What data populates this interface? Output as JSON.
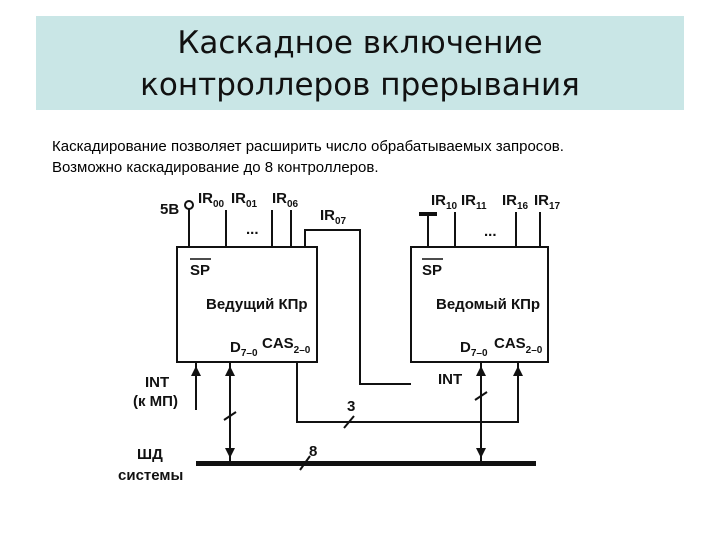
{
  "header": {
    "title_line1": "Каскадное включение",
    "title_line2": "контроллеров прерывания",
    "band_color": "#c9e6e6"
  },
  "description": {
    "line1": "Каскадирование позволяет расширить число обрабатываемых запросов.",
    "line2": "Возможно каскадирование до 8 контроллеров."
  },
  "diagram": {
    "master": {
      "name": "Ведущий КПр",
      "sp": "SP",
      "data_pin": "D",
      "data_sub": "7–0",
      "cas_pin": "CAS",
      "cas_sub": "2–0",
      "ir_inputs": [
        {
          "base": "IR",
          "sub": "00"
        },
        {
          "base": "IR",
          "sub": "01"
        },
        {
          "base": "IR",
          "sub": "06"
        },
        {
          "base": "IR",
          "sub": "07"
        }
      ],
      "power": "5В",
      "dots": "...",
      "int_line1": "INT",
      "int_line2": "(к МП)"
    },
    "slave": {
      "name": "Ведомый КПр",
      "sp": "SP",
      "data_pin": "D",
      "data_sub": "7–0",
      "cas_pin": "CAS",
      "cas_sub": "2–0",
      "ir_inputs": [
        {
          "base": "IR",
          "sub": "10"
        },
        {
          "base": "IR",
          "sub": "11"
        },
        {
          "base": "IR",
          "sub": "16"
        },
        {
          "base": "IR",
          "sub": "17"
        }
      ],
      "dots": "...",
      "int": "INT"
    },
    "cas_bus_width": "3",
    "data_bus_width": "8",
    "bus_line1": "ШД",
    "bus_line2": "системы"
  }
}
